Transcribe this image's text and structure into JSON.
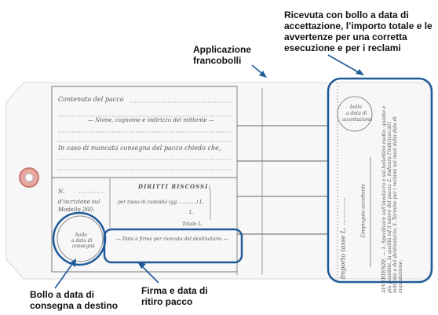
{
  "annotations": {
    "receipt": "Ricevuta con bollo a data di accettazione, l’importo totale e le avvertenze per  una corretta esecuzione e per i reclami",
    "stamps": "Applicazione francobolli",
    "delivery_stamp": "Bollo a data di consegna a destino",
    "signature": "Firma e data di ritiro pacco"
  },
  "form": {
    "contents": "Contenuto del pacco",
    "sender": "— Nome, cognome e indirizzo del mittente —",
    "non_delivery": "In caso di mancata consegna del pacco chiedo che,",
    "rights_title": "DIRITTI RISCOSSI:",
    "number_label": "N.",
    "registration_1": "d’iscrizione sul",
    "registration_2": "Modello 260.",
    "custody_fee": "per tassa di custodia (gg. ...........) L.",
    "l_label": "L.",
    "total": "Totale L.",
    "stamp_left_1": "bollo",
    "stamp_left_2": "a data di",
    "stamp_left_3": "consegna",
    "recipient_sign": "— Data e firma per ricevuta del destinatario —",
    "stamp_right_1": "bollo",
    "stamp_right_2": "a data di",
    "stamp_right_3": "accettazione",
    "amount": "Importo tasse L. ..............",
    "clerk": "L’impiegato accettante",
    "warnings": "AVVERTENZE. — 1. Specificare sull’involucro e sul bollettino esatto, quanto e più possibile, la qualità ed il valore del pacco; 2. Indicare l’indirizzo del mittente e del destinatario; 3. Termine per i reclami sei mesi dalla data di impostazione."
  }
}
